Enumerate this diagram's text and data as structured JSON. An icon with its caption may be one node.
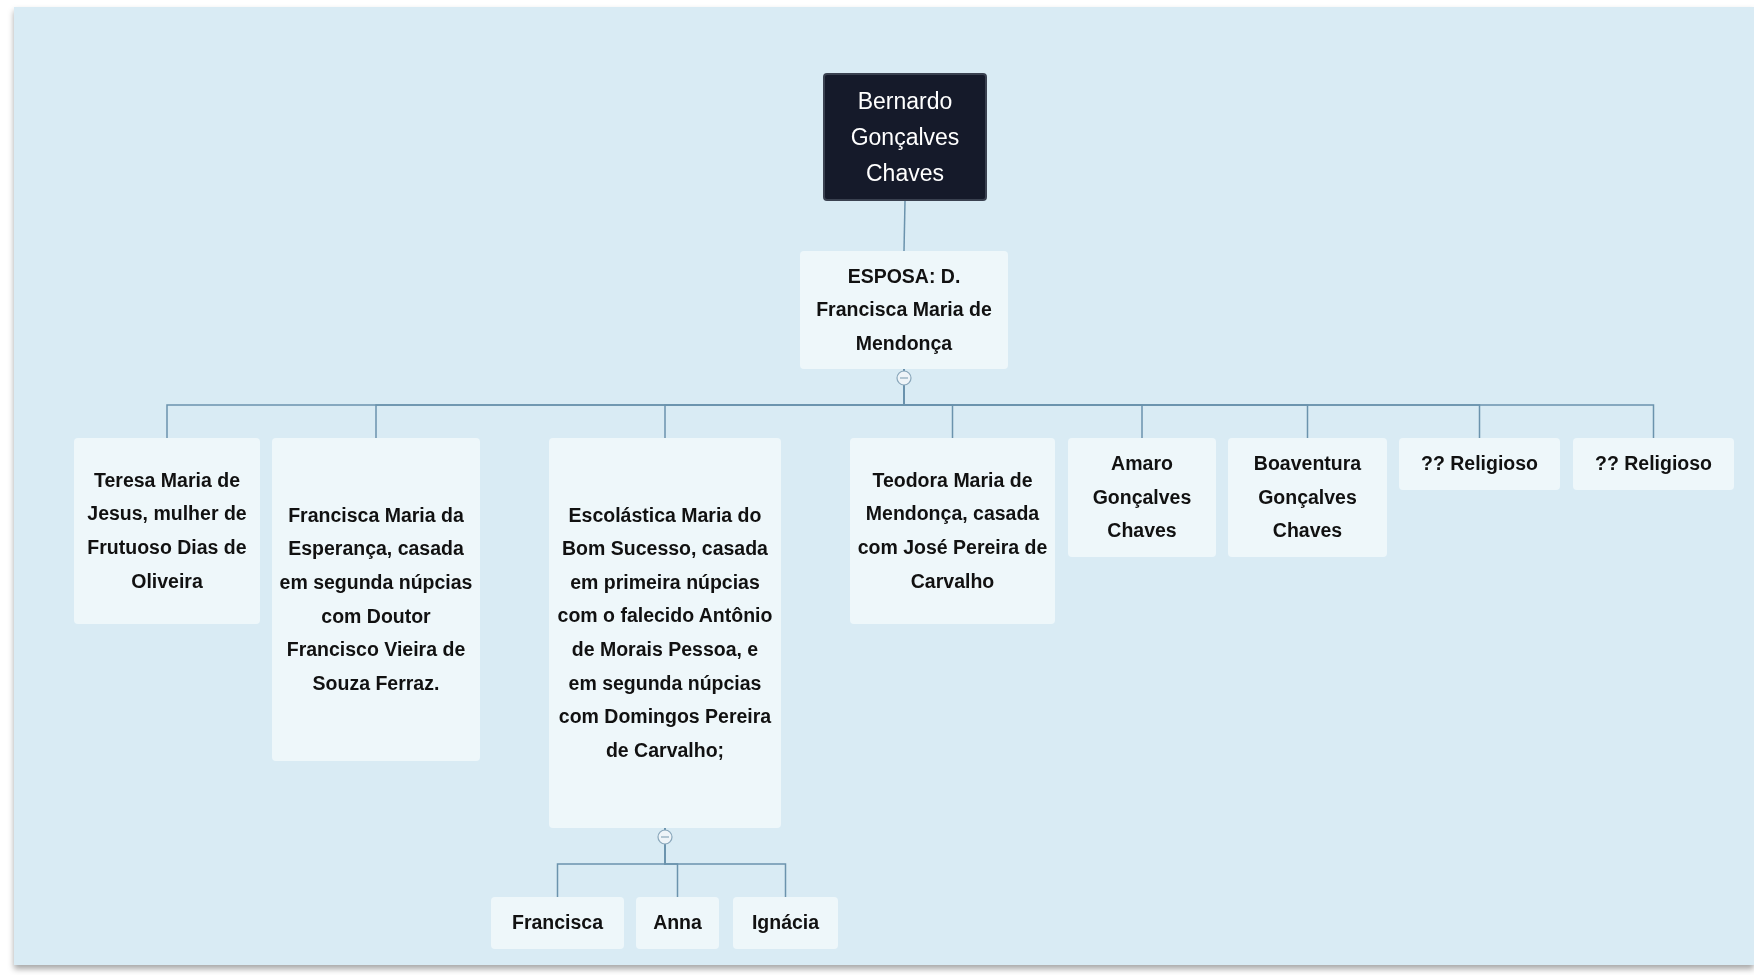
{
  "diagram": {
    "nodes": [
      {
        "text": [
          "Bernardo Gonçalves Chaves"
        ]
      },
      {
        "text": [
          "ESPOSA: D. Francisca Maria de Mendonça"
        ]
      },
      {
        "text": [
          "Teresa Maria de Jesus, mulher de Frutuoso Dias de Oliveira"
        ]
      },
      {
        "text": [
          "Francisca Maria da Esperança, casada em segunda núpcias com Doutor Francisco Vieira de Souza Ferraz."
        ]
      },
      {
        "text": [
          "Escolástica Maria do Bom Sucesso, casada em primeira núpcias com o falecido Antônio de Morais Pessoa, e em segunda núpcias com Domingos Pereira de Carvalho;"
        ]
      },
      {
        "text": [
          "Teodora Maria de Mendonça, casada com José Pereira de Carvalho"
        ]
      },
      {
        "text": [
          "Amaro Gonçalves Chaves"
        ]
      },
      {
        "text": [
          "Boaventura Gonçalves Chaves"
        ]
      },
      {
        "text": [
          "?? Religioso"
        ]
      },
      {
        "text": [
          "?? Religioso"
        ]
      },
      {
        "text": [
          "Francisca"
        ]
      },
      {
        "text": [
          "Anna"
        ]
      },
      {
        "text": [
          "Ignácia"
        ]
      }
    ],
    "edges": [
      {
        "from": 0,
        "to": 1,
        "arrow": "none"
      },
      {
        "from": 1,
        "to": 2,
        "arrow": "none"
      },
      {
        "from": 1,
        "to": 3,
        "arrow": "none"
      },
      {
        "from": 1,
        "to": 4,
        "arrow": "none"
      },
      {
        "from": 1,
        "to": 5,
        "arrow": "none"
      },
      {
        "from": 1,
        "to": 6,
        "arrow": "none"
      },
      {
        "from": 1,
        "to": 7,
        "arrow": "none"
      },
      {
        "from": 1,
        "to": 8,
        "arrow": "none"
      },
      {
        "from": 1,
        "to": 9,
        "arrow": "none"
      },
      {
        "from": 4,
        "to": 10,
        "arrow": "none"
      },
      {
        "from": 4,
        "to": 11,
        "arrow": "none"
      },
      {
        "from": 4,
        "to": 12,
        "arrow": "none"
      }
    ]
  }
}
